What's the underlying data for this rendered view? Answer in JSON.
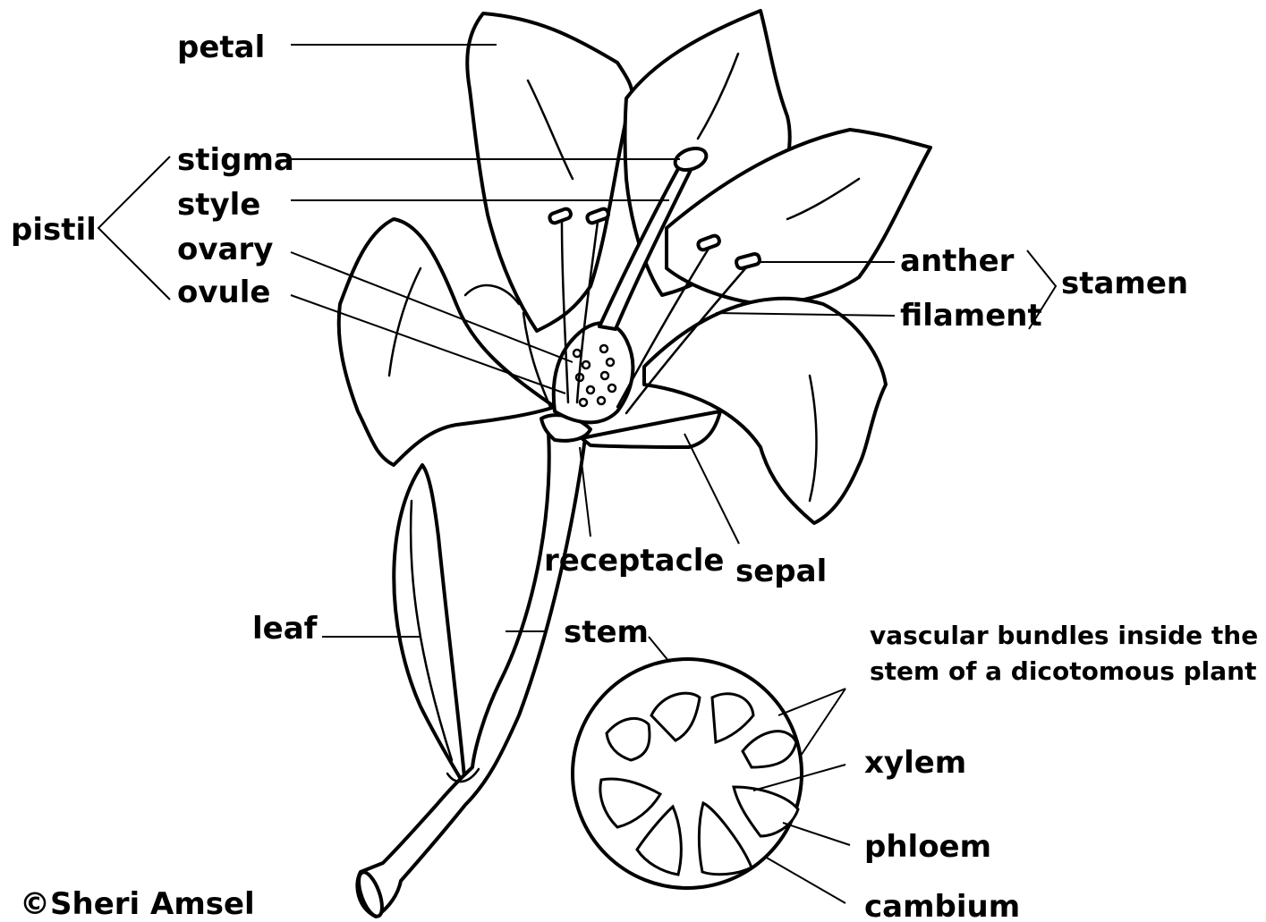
{
  "labels": {
    "petal": "petal",
    "stigma": "stigma",
    "style": "style",
    "ovary": "ovary",
    "ovule": "ovule",
    "pistil": "pistil",
    "anther": "anther",
    "filament": "filament",
    "stamen": "stamen",
    "receptacle": "receptacle",
    "sepal": "sepal",
    "leaf": "leaf",
    "stem": "stem",
    "vascular_line1": "vascular bundles inside the",
    "vascular_line2": "stem of a dicotomous plant",
    "xylem": "xylem",
    "phloem": "phloem",
    "cambium": "cambium"
  },
  "copyright": "©Sheri Amsel"
}
